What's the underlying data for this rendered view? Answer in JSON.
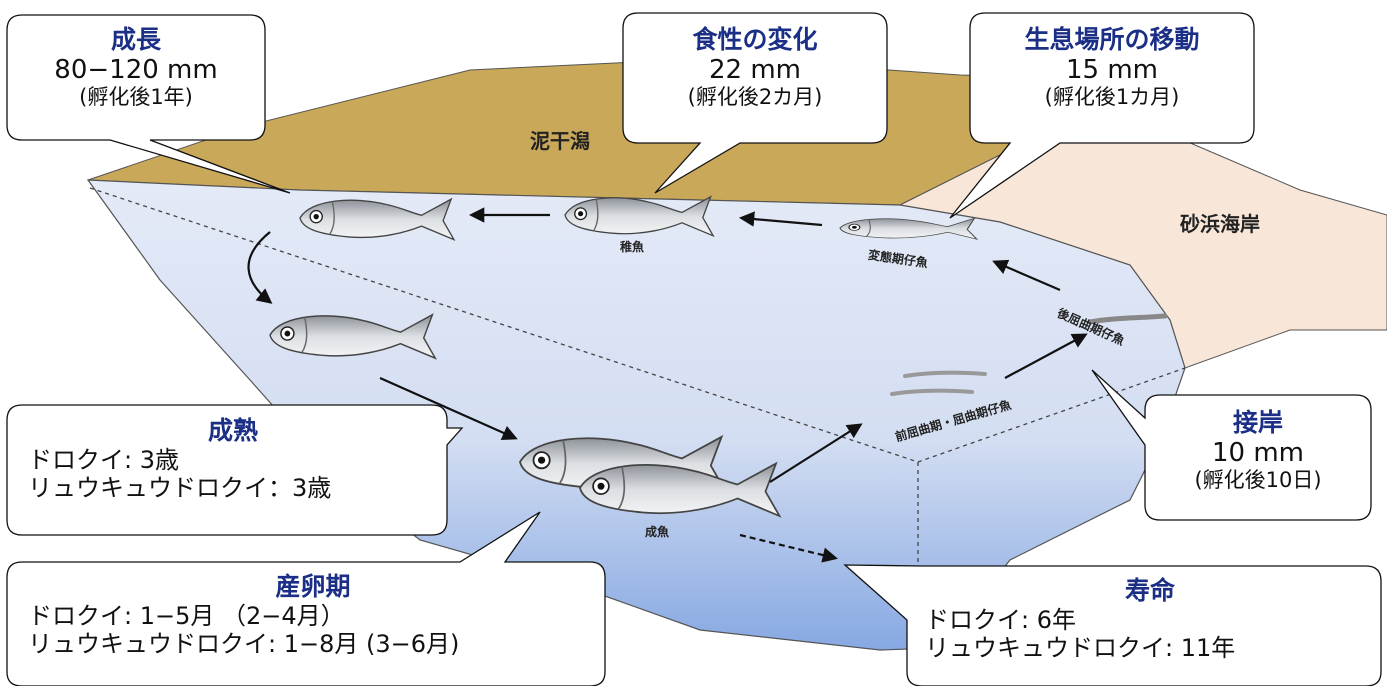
{
  "regions": {
    "mudflat": "泥干潟",
    "sandy_beach": "砂浜海岸"
  },
  "callouts": {
    "growth": {
      "title": "成長",
      "size": "80−120 mm",
      "age": "(孵化後1年)"
    },
    "diet_change": {
      "title": "食性の変化",
      "size": "22 mm",
      "age": "(孵化後2カ月)"
    },
    "habitat_shift": {
      "title": "生息場所の移動",
      "size": "15 mm",
      "age": "(孵化後1カ月)"
    },
    "maturity": {
      "title": "成熟",
      "line1": "ドロクイ: 3歳",
      "line2": "リュウキュウドロクイ：3歳"
    },
    "approach_shore": {
      "title": "接岸",
      "size": "10 mm",
      "age": "(孵化後10日)"
    },
    "spawning": {
      "title": "産卵期",
      "line1": "ドロクイ: 1−5月 （2−4月）",
      "line2": "リュウキュウドロクイ: 1−8月 (3−6月)"
    },
    "lifespan": {
      "title": "寿命",
      "line1": "ドロクイ: 6年",
      "line2": "リュウキュウドロクイ: 11年"
    }
  },
  "stages": {
    "juvenile": "稚魚",
    "metamorphic_larva": "変態期仔魚",
    "postflexion_larva": "後屈曲期仔魚",
    "preflexion_larva": "前屈曲期・屈曲期仔魚",
    "adult": "成魚"
  },
  "colors": {
    "mudflat": "#c9a85a",
    "sandy_beach": "#f8e6d8",
    "water_top": "#dde5f5",
    "water_bottom": "#8fb0e6",
    "title_text": "#1b2f86"
  }
}
